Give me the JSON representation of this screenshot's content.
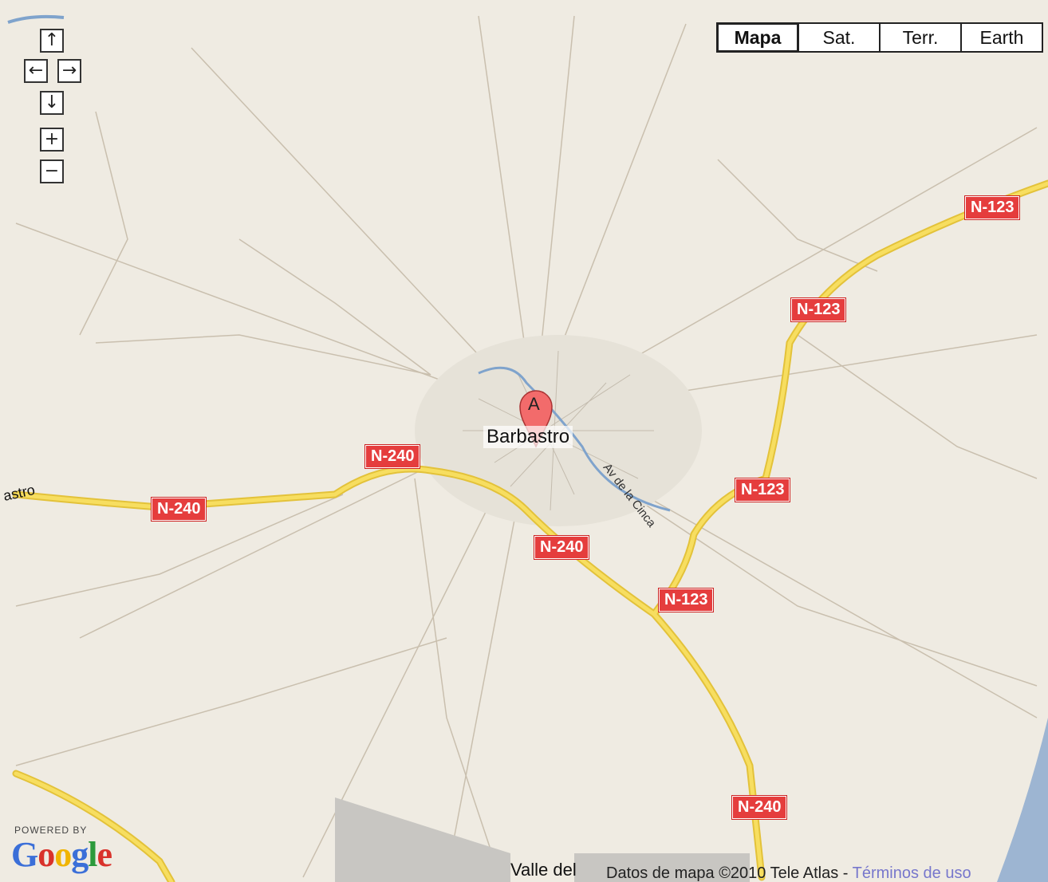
{
  "nav": {
    "up": "↑",
    "left": "←",
    "right": "→",
    "down": "↓",
    "zoom_in": "+",
    "zoom_out": "−"
  },
  "map_types": [
    {
      "label": "Mapa",
      "active": true
    },
    {
      "label": "Sat.",
      "active": false
    },
    {
      "label": "Terr.",
      "active": false
    },
    {
      "label": "Earth",
      "active": false
    }
  ],
  "marker": {
    "letter": "A"
  },
  "places": {
    "city": "Barbastro",
    "west_edge": "astro",
    "bottom": "Valle del",
    "road": "Av de la Cinca"
  },
  "shields": {
    "n123_a": "N-123",
    "n123_b": "N-123",
    "n123_c": "N-123",
    "n123_d": "N-123",
    "n240_a": "N-240",
    "n240_b": "N-240",
    "n240_c": "N-240",
    "n240_d": "N-240"
  },
  "branding": {
    "powered_by": "POWERED BY",
    "google": "Google"
  },
  "attribution": {
    "text": "Datos de mapa ©2010 Tele Atlas - ",
    "link": "Términos de uso"
  },
  "colors": {
    "background": "#efebe2",
    "highway": "#f5d94e",
    "river": "#7fa3cc",
    "shield": "#e53d3d",
    "marker": "#f26b6b"
  }
}
